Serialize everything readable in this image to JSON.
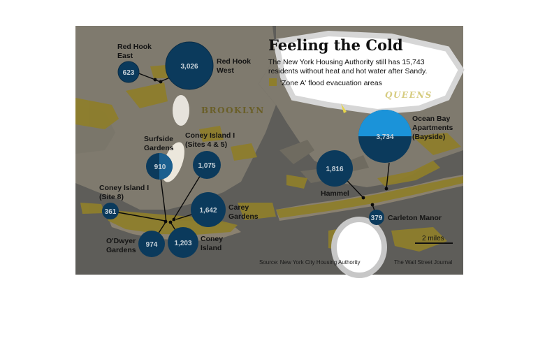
{
  "title": "Feeling the Cold",
  "subtitle_line1": "The New York Housing Authority still has 15,743",
  "subtitle_line2": "residents without heat and hot water after Sandy.",
  "legend_label": "'Zone A' flood evacuation areas",
  "boroughs": {
    "brooklyn": "BROOKLYN",
    "queens": "QUEENS"
  },
  "scale_label": "2 miles",
  "source": "Source: New York City Housing Authority",
  "credit": "The Wall Street Journal",
  "colors": {
    "background_land": "#7f7c72",
    "land": "#6e6a62",
    "water": "#5c5c5c",
    "flood_zone": "#8a7a2a",
    "bubble": "#0b3a5c",
    "bubble_highlight": "#1b93d9",
    "text": "#111111"
  },
  "developments": [
    {
      "name_lines": [
        "Red Hook",
        "East"
      ],
      "residents": "623"
    },
    {
      "name_lines": [
        "Red Hook",
        "West"
      ],
      "residents": "3,026"
    },
    {
      "name_lines": [
        "Surfside",
        "Gardens"
      ],
      "residents": "910"
    },
    {
      "name_lines": [
        "Coney Island I",
        "(Sites 4 & 5)"
      ],
      "residents": "1,075"
    },
    {
      "name_lines": [
        "Coney Island I",
        "(Site 8)"
      ],
      "residents": "361"
    },
    {
      "name_lines": [
        "Carey",
        "Gardens"
      ],
      "residents": "1,642"
    },
    {
      "name_lines": [
        "O'Dwyer",
        "Gardens"
      ],
      "residents": "974"
    },
    {
      "name_lines": [
        "Coney",
        "Island"
      ],
      "residents": "1,203"
    },
    {
      "name_lines": [
        "Hammel"
      ],
      "residents": "1,816"
    },
    {
      "name_lines": [
        "Ocean Bay",
        "Apartments",
        "(Bayside)"
      ],
      "residents": "3,734"
    },
    {
      "name_lines": [
        "Carleton Manor"
      ],
      "residents": "379"
    }
  ]
}
